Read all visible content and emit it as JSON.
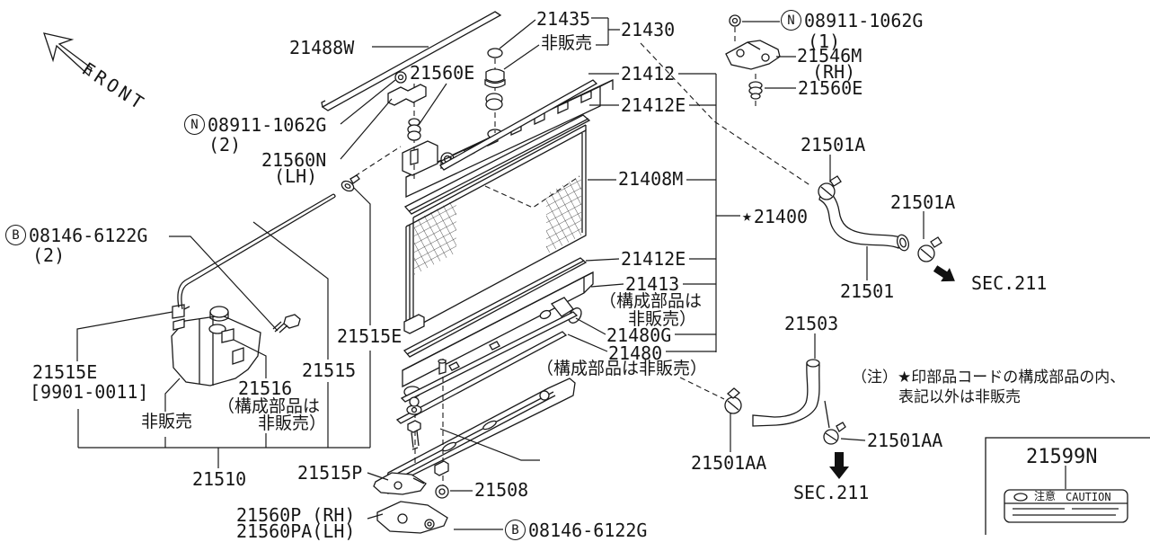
{
  "diagram": {
    "front_label": "FRONT",
    "labels": {
      "p21488w": {
        "text": "21488W"
      },
      "p21435": {
        "text": "21435"
      },
      "hanbai_top": {
        "text": "非販売"
      },
      "p21430": {
        "text": "21430"
      },
      "p21560e_left": {
        "text": "21560E"
      },
      "n08911_left": {
        "prefix": "N",
        "text": "08911-1062G",
        "qty": "(2)"
      },
      "p21560n": {
        "text": "21560N",
        "sub": "(LH)"
      },
      "n08911_right": {
        "prefix": "N",
        "text": "08911-1062G",
        "qty": "(1)"
      },
      "p21546m": {
        "text": "21546M",
        "sub": "(RH)"
      },
      "p21560e_right": {
        "text": "21560E"
      },
      "p21412": {
        "text": "21412"
      },
      "p21412e_upper": {
        "text": "21412E"
      },
      "p21408m": {
        "text": "21408M"
      },
      "p21400": {
        "star": "★",
        "text": "21400"
      },
      "p21412e_lower": {
        "text": "21412E"
      },
      "p21413": {
        "text": "21413",
        "sub1": "（構成部品は",
        "sub2": "非販売）"
      },
      "p21480g": {
        "text": "21480G"
      },
      "p21480": {
        "text": "21480",
        "sub": "（構成部品は非販売）"
      },
      "p21501a_upper": {
        "text": "21501A"
      },
      "p21501a_lower": {
        "text": "21501A"
      },
      "p21501": {
        "text": "21501"
      },
      "sec211_right": {
        "text": "SEC.211"
      },
      "p21503": {
        "text": "21503"
      },
      "p21501aa_left": {
        "text": "21501AA"
      },
      "p21501aa_right": {
        "text": "21501AA"
      },
      "sec211_bottom": {
        "text": "SEC.211"
      },
      "p21599n": {
        "text": "21599N"
      },
      "caution": {
        "chuui": "注意",
        "caution": "CAUTION"
      },
      "b08146_top": {
        "prefix": "B",
        "text": "08146-6122G",
        "qty": "(2)"
      },
      "p21515e_left": {
        "text": "21515E",
        "range": "[9901-0011]"
      },
      "hanbai_left": {
        "text": "非販売"
      },
      "p21516": {
        "text": "21516",
        "sub1": "（構成部品は",
        "sub2": "非販売）"
      },
      "p21515": {
        "text": "21515"
      },
      "p21515e_right": {
        "text": "21515E"
      },
      "p21510": {
        "text": "21510"
      },
      "p21515p": {
        "text": "21515P"
      },
      "p21560p": {
        "rh": "21560P (RH)",
        "lh": "21560PA(LH)"
      },
      "p21508": {
        "text": "21508"
      },
      "b08146_bottom": {
        "prefix": "B",
        "text": "08146-6122G"
      }
    },
    "note": {
      "line1": "（注）★印部品コードの構成部品の内、",
      "line2": "表記以外は非販売"
    },
    "colors": {
      "line": "#1a1a1a",
      "background": "#ffffff"
    }
  }
}
